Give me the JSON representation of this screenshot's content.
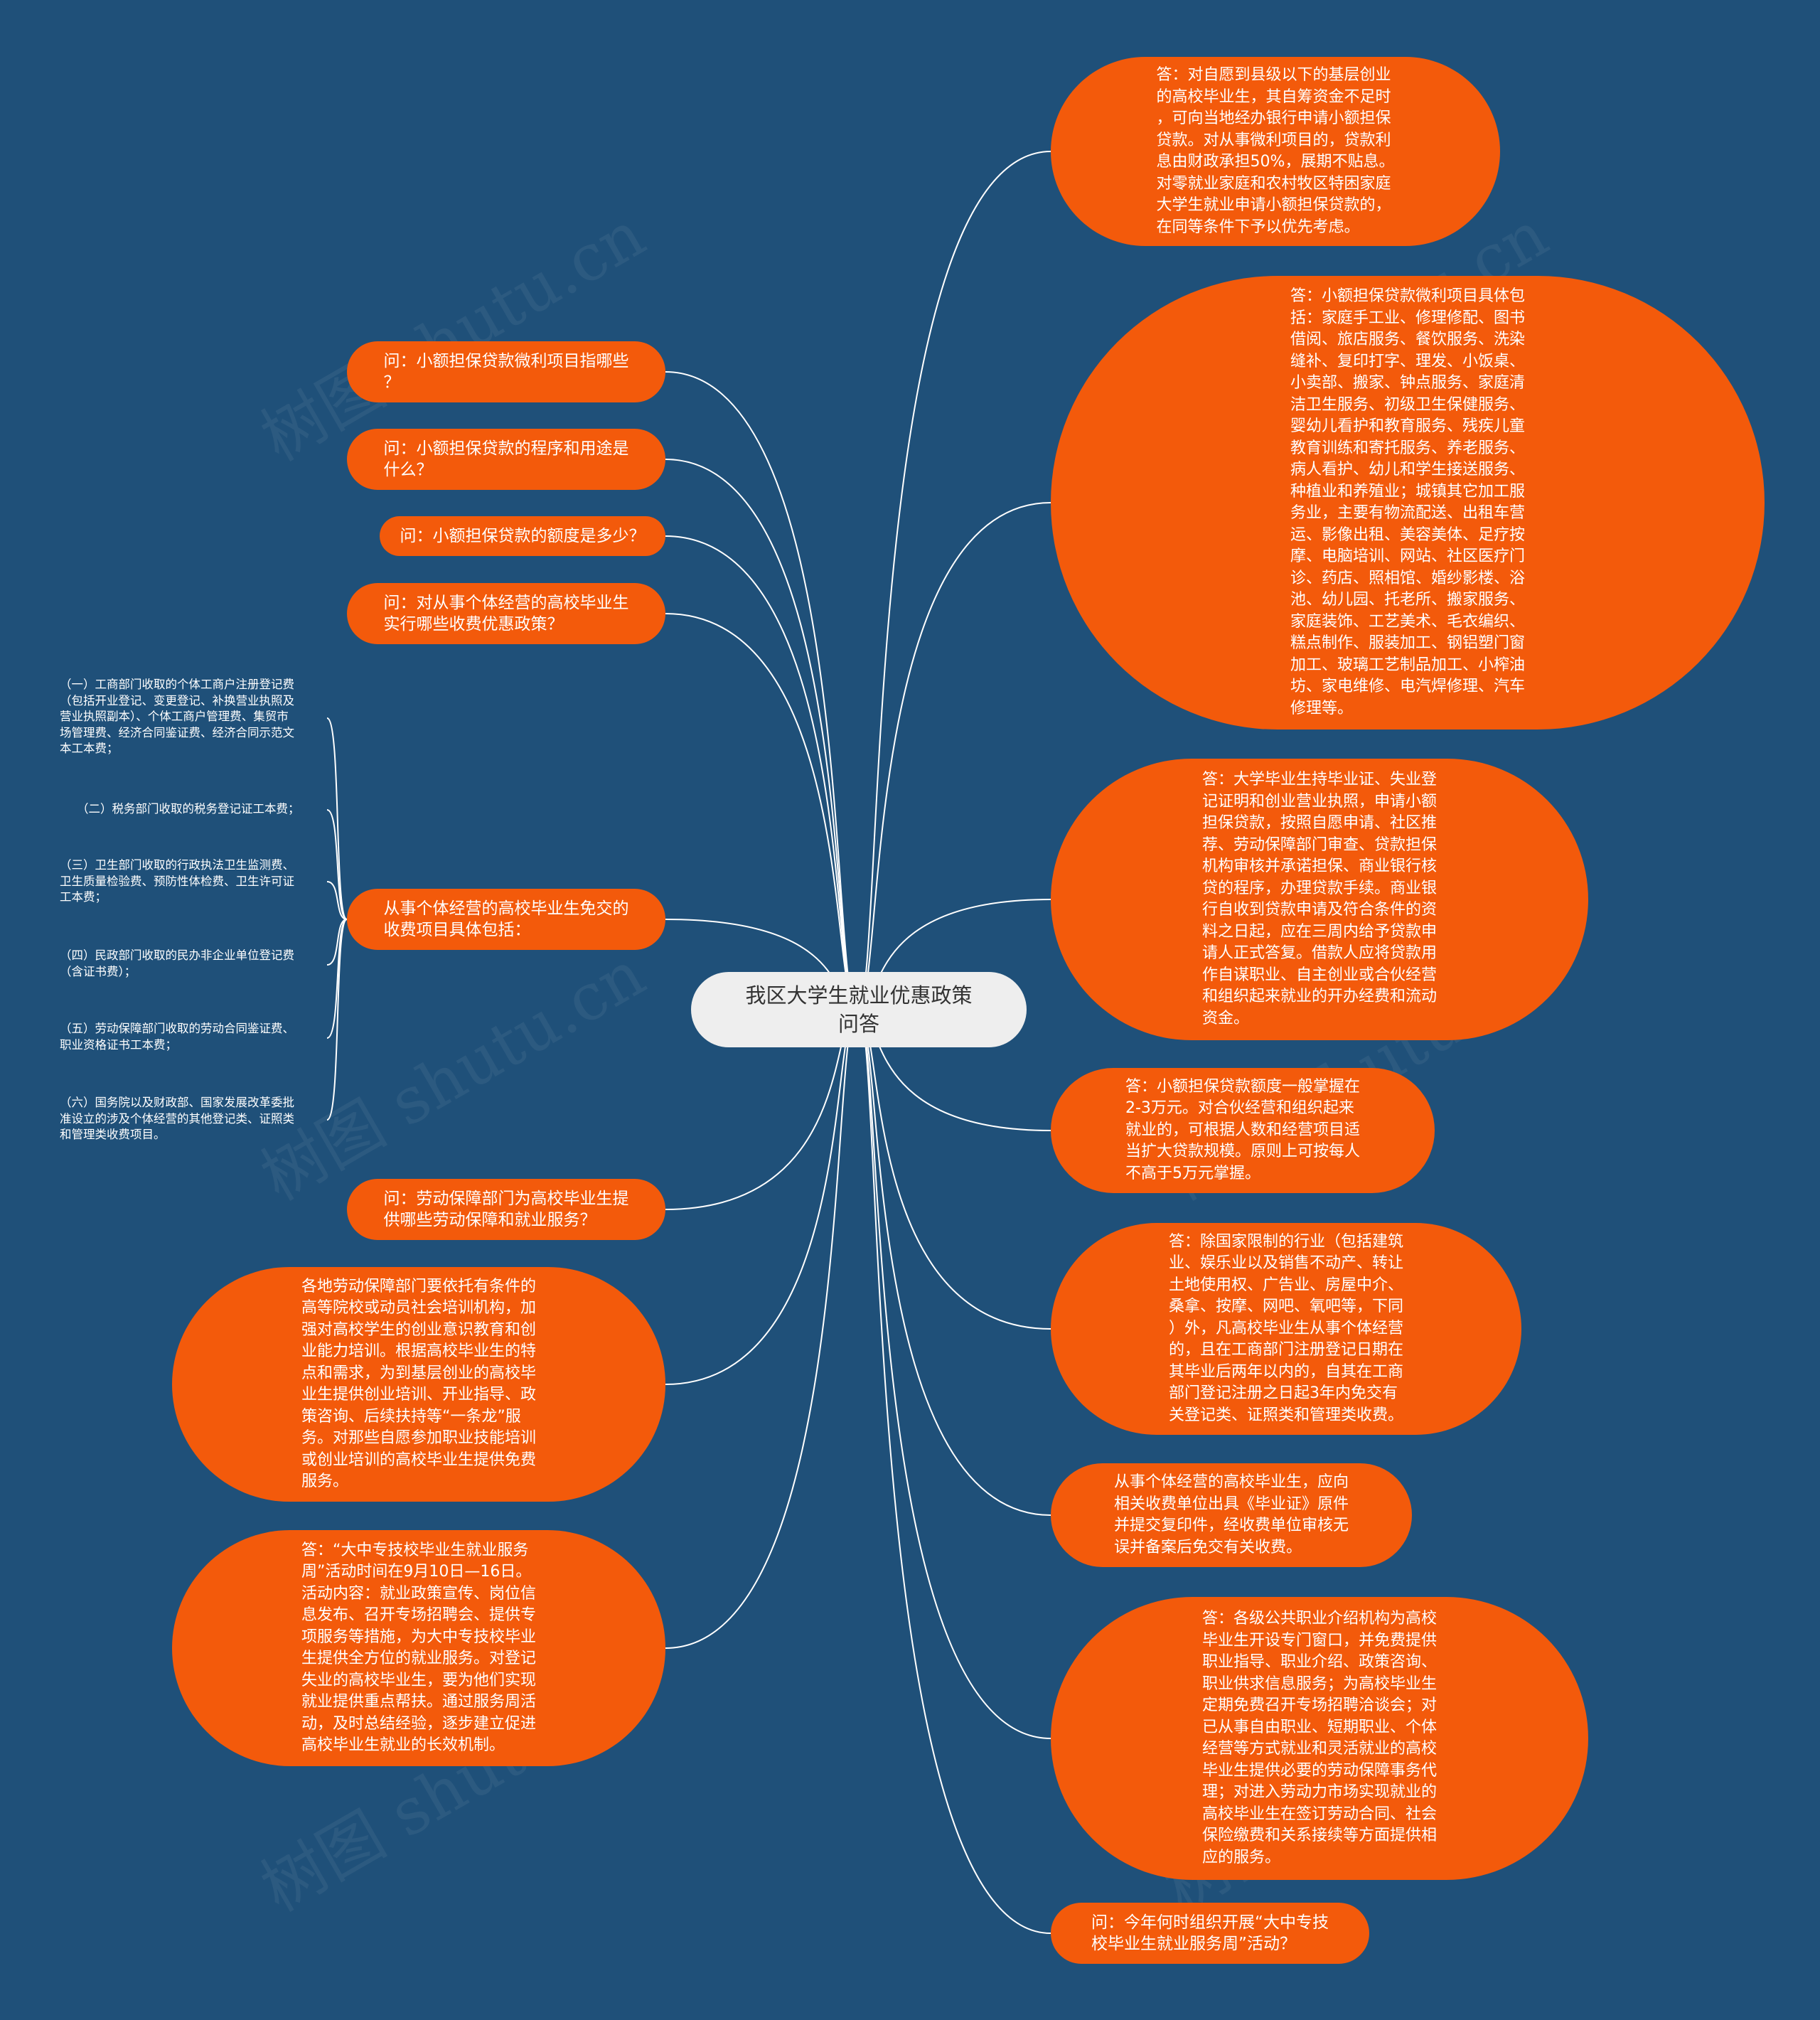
{
  "watermark": "树图 shutu.cn",
  "center": {
    "title": "我区大学生就业优惠政策\n问答"
  },
  "right": [
    "答：对自愿到县级以下的基层创业\n的高校毕业生，其自筹资金不足时\n，可向当地经办银行申请小额担保\n贷款。对从事微利项目的，贷款利\n息由财政承担50%，展期不贴息。\n对零就业家庭和农村牧区特困家庭\n大学生就业申请小额担保贷款的，\n在同等条件下予以优先考虑。",
    "答：小额担保贷款微利项目具体包\n括：家庭手工业、修理修配、图书\n借阅、旅店服务、餐饮服务、洗染\n缝补、复印打字、理发、小饭桌、\n小卖部、搬家、钟点服务、家庭清\n洁卫生服务、初级卫生保健服务、\n婴幼儿看护和教育服务、残疾儿童\n教育训练和寄托服务、养老服务、\n病人看护、幼儿和学生接送服务、\n种植业和养殖业；城镇其它加工服\n务业，主要有物流配送、出租车营\n运、影像出租、美容美体、足疗按\n摩、电脑培训、网站、社区医疗门\n诊、药店、照相馆、婚纱影楼、浴\n池、幼儿园、托老所、搬家服务、\n家庭装饰、工艺美术、毛衣编织、\n糕点制作、服装加工、钢铝塑门窗\n加工、玻璃工艺制品加工、小榨油\n坊、家电维修、电汽焊修理、汽车\n修理等。",
    "答：大学毕业生持毕业证、失业登\n记证明和创业营业执照，申请小额\n担保贷款，按照自愿申请、社区推\n荐、劳动保障部门审查、贷款担保\n机构审核并承诺担保、商业银行核\n贷的程序，办理贷款手续。商业银\n行自收到贷款申请及符合条件的资\n料之日起，应在三周内给予贷款申\n请人正式答复。借款人应将贷款用\n作自谋职业、自主创业或合伙经营\n和组织起来就业的开办经费和流动\n资金。",
    "答：小额担保贷款额度一般掌握在\n2-3万元。对合伙经营和组织起来\n就业的，可根据人数和经营项目适\n当扩大贷款规模。原则上可按每人\n不高于5万元掌握。",
    "答：除国家限制的行业（包括建筑\n业、娱乐业以及销售不动产、转让\n土地使用权、广告业、房屋中介、\n桑拿、按摩、网吧、氧吧等，下同\n）外，凡高校毕业生从事个体经营\n的，且在工商部门注册登记日期在\n其毕业后两年以内的，自其在工商\n部门登记注册之日起3年内免交有\n关登记类、证照类和管理类收费。",
    "从事个体经营的高校毕业生，应向\n相关收费单位出具《毕业证》原件\n并提交复印件，经收费单位审核无\n误并备案后免交有关收费。",
    "答：各级公共职业介绍机构为高校\n毕业生开设专门窗口，并免费提供\n职业指导、职业介绍、政策咨询、\n职业供求信息服务；为高校毕业生\n定期免费召开专场招聘洽谈会；对\n已从事自由职业、短期职业、个体\n经营等方式就业和灵活就业的高校\n毕业生提供必要的劳动保障事务代\n理；对进入劳动力市场实现就业的\n高校毕业生在签订劳动合同、社会\n保险缴费和关系接续等方面提供相\n应的服务。",
    "问：今年何时组织开展“大中专技\n校毕业生就业服务周”活动？"
  ],
  "left": [
    "问：小额担保贷款微利项目指哪些\n？",
    "问：小额担保贷款的程序和用途是\n什么？",
    "问：小额担保贷款的额度是多少？",
    "问：对从事个体经营的高校毕业生\n实行哪些收费优惠政策？",
    "从事个体经营的高校毕业生免交的\n收费项目具体包括：",
    "问：劳动保障部门为高校毕业生提\n供哪些劳动保障和就业服务？",
    "各地劳动保障部门要依托有条件的\n高等院校或动员社会培训机构，加\n强对高校学生的创业意识教育和创\n业能力培训。根据高校毕业生的特\n点和需求，为到基层创业的高校毕\n业生提供创业培训、开业指导、政\n策咨询、后续扶持等“一条龙”服\n务。对那些自愿参加职业技能培训\n或创业培训的高校毕业生提供免费\n服务。",
    "答：“大中专技校毕业生就业服务\n周”活动时间在9月10日—16日。\n活动内容：就业政策宣传、岗位信\n息发布、召开专场招聘会、提供专\n项服务等措施，为大中专技校毕业\n生提供全方位的就业服务。对登记\n失业的高校毕业生，要为他们实现\n就业提供重点帮扶。通过服务周活\n动，及时总结经验，逐步建立促进\n高校毕业生就业的长效机制。"
  ],
  "fees": [
    "（一）工商部门收取的个体工商户注册登记费\n（包括开业登记、变更登记、补换营业执照及\n营业执照副本）、个体工商户管理费、集贸市\n场管理费、经济合同鉴证费、经济合同示范文\n本工本费；",
    "（二）税务部门收取的税务登记证工本费；",
    "（三）卫生部门收取的行政执法卫生监测费、\n卫生质量检验费、预防性体检费、卫生许可证\n工本费；",
    "（四）民政部门收取的民办非企业单位登记费\n（含证书费）；",
    "（五）劳动保障部门收取的劳动合同鉴证费、\n职业资格证书工本费；",
    "（六）国务院以及财政部、国家发展改革委批\n准设立的涉及个体经营的其他登记类、证照类\n和管理类收费项目。"
  ],
  "colors": {
    "background": "#1f5079",
    "node": "#f35a0b",
    "center": "#eeeeee",
    "line": "#ffffff"
  }
}
